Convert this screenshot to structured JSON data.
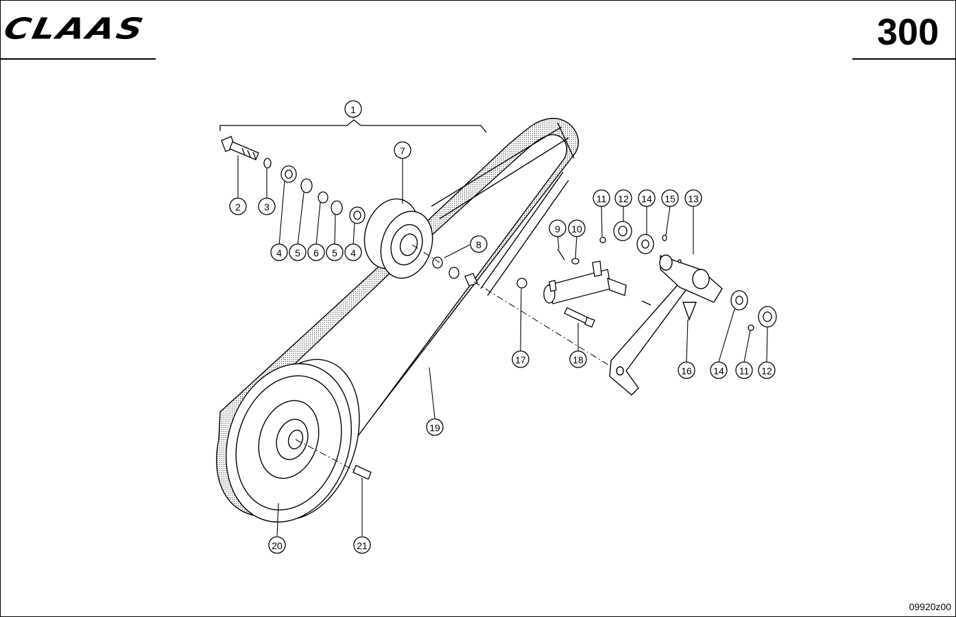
{
  "header": {
    "brand": "CLAAS",
    "page_number": "300"
  },
  "footer": {
    "drawing_code": "09920z00"
  },
  "callouts": [
    {
      "id": "c1",
      "label": "1"
    },
    {
      "id": "c2",
      "label": "2"
    },
    {
      "id": "c3",
      "label": "3"
    },
    {
      "id": "c4a",
      "label": "4"
    },
    {
      "id": "c5a",
      "label": "5"
    },
    {
      "id": "c6",
      "label": "6"
    },
    {
      "id": "c5b",
      "label": "5"
    },
    {
      "id": "c4b",
      "label": "4"
    },
    {
      "id": "c7",
      "label": "7"
    },
    {
      "id": "c8",
      "label": "8"
    },
    {
      "id": "c9",
      "label": "9"
    },
    {
      "id": "c10",
      "label": "10"
    },
    {
      "id": "c11a",
      "label": "11"
    },
    {
      "id": "c12a",
      "label": "12"
    },
    {
      "id": "c14a",
      "label": "14"
    },
    {
      "id": "c15",
      "label": "15"
    },
    {
      "id": "c13",
      "label": "13"
    },
    {
      "id": "c16",
      "label": "16"
    },
    {
      "id": "c14b",
      "label": "14"
    },
    {
      "id": "c11b",
      "label": "11"
    },
    {
      "id": "c12b",
      "label": "12"
    },
    {
      "id": "c17",
      "label": "17"
    },
    {
      "id": "c18",
      "label": "18"
    },
    {
      "id": "c19",
      "label": "19"
    },
    {
      "id": "c20",
      "label": "20"
    },
    {
      "id": "c21",
      "label": "21"
    }
  ]
}
